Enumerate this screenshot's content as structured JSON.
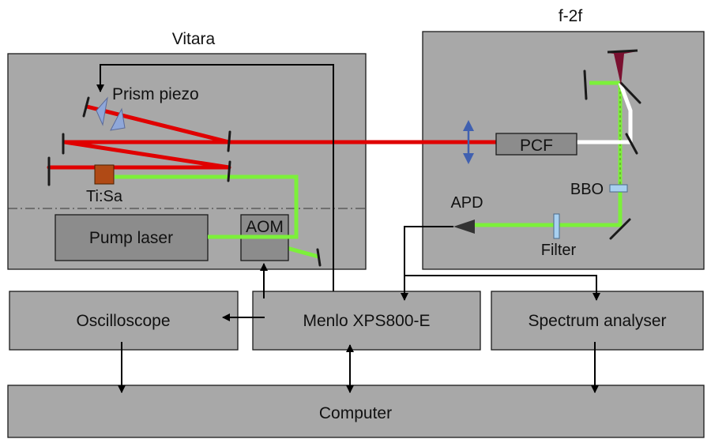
{
  "groups": {
    "vitara": "Vitara",
    "f2f": "f-2f"
  },
  "components": {
    "prism_piezo": "Prism piezo",
    "tisa": "Ti:Sa",
    "pump_laser": "Pump laser",
    "aom": "AOM",
    "pcf": "PCF",
    "bbo": "BBO",
    "apd": "APD",
    "filter": "Filter"
  },
  "instruments": {
    "oscilloscope": "Oscilloscope",
    "menlo": "Menlo XPS800-E",
    "spectrum_analyser": "Spectrum analyser",
    "computer": "Computer"
  },
  "colors": {
    "panel_fill": "#a8a8a8",
    "box_fill": "#8c8c8c",
    "red_beam": "#e00000",
    "green_beam": "#7cf03a",
    "white_beam": "#ffffff",
    "prism_fill": "#8fa7d9",
    "crystal_fill": "#b04a15",
    "bbo_fill": "#a8d0f0",
    "grating_fill": "#7a1030",
    "pol_arrow": "#4060b0",
    "wire": "#000000"
  }
}
